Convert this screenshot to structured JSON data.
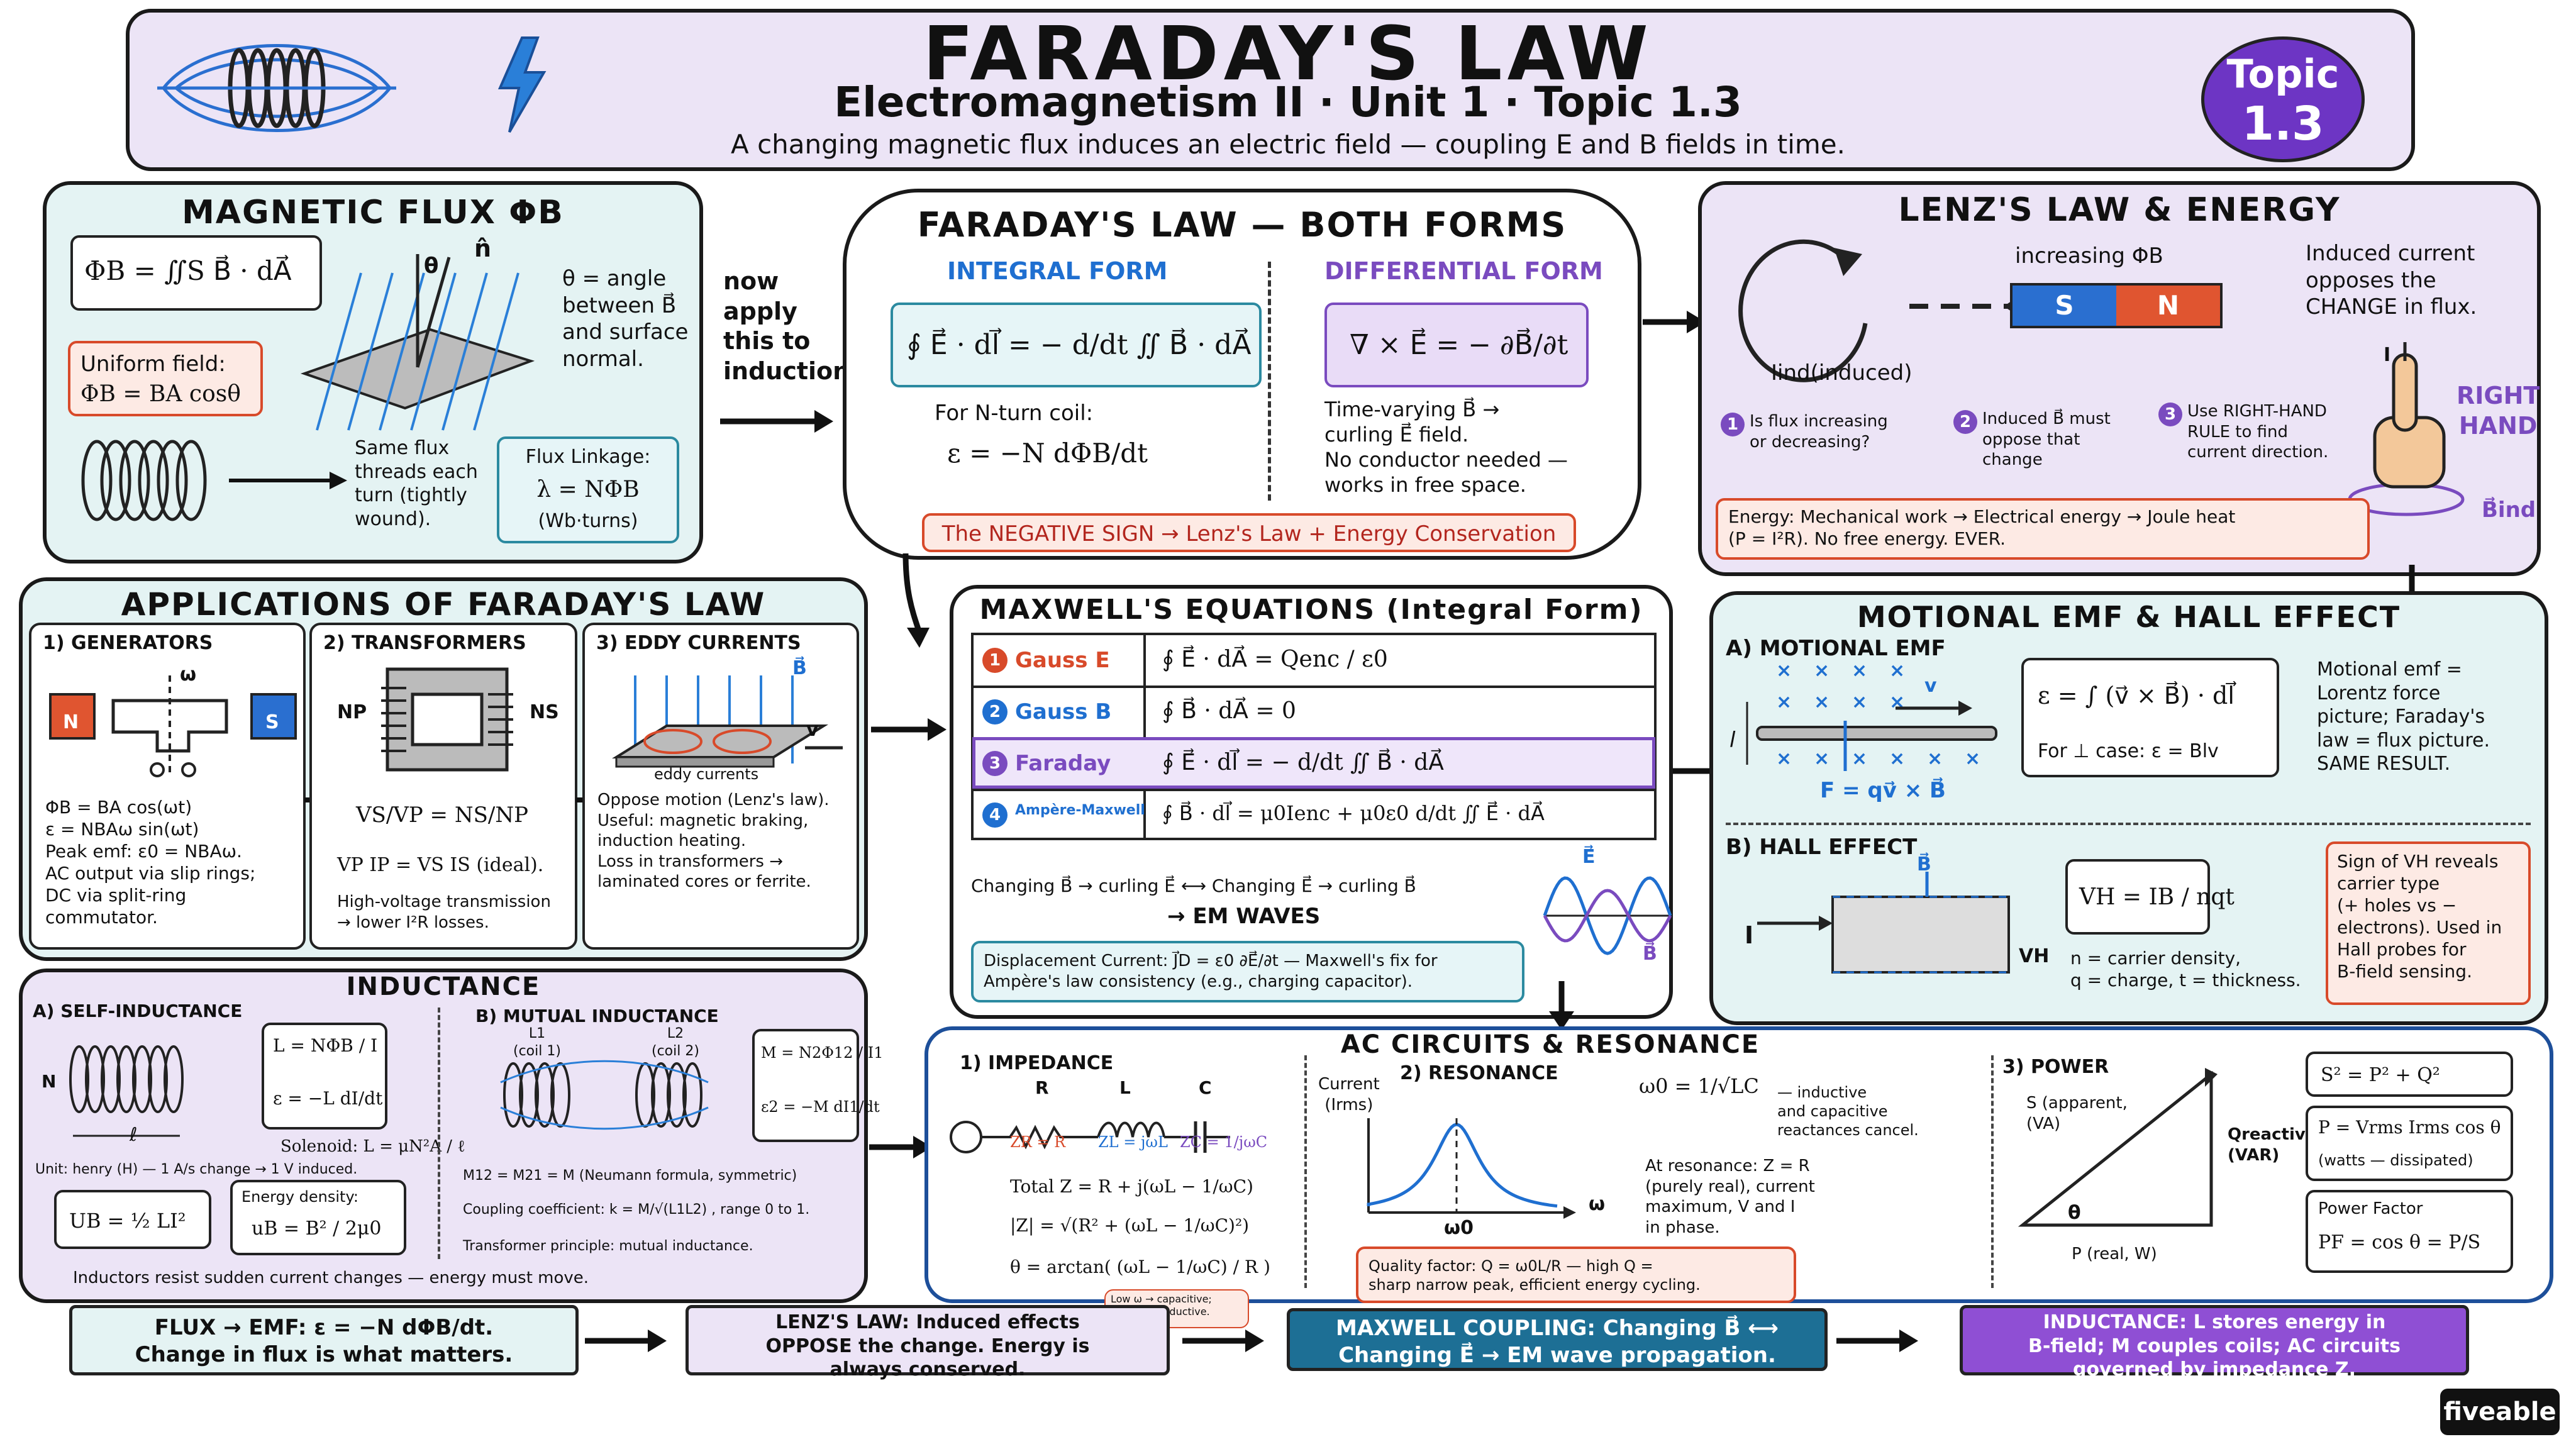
{
  "header": {
    "title": "FARADAY'S LAW",
    "subtitle": "Electromagnetism II · Unit 1 · Topic 1.3",
    "tagline": "A changing magnetic flux induces an electric field — coupling E and B fields in time.",
    "badge_line1": "Topic",
    "badge_line2": "1.3"
  },
  "flux": {
    "title": "MAGNETIC FLUX ΦB",
    "main_eq": "ΦB = ∬S B⃗ · dA⃗",
    "theta_note": "θ = angle\nbetween B⃗\nand surface\nnormal.",
    "uniform_label": "Uniform field:",
    "uniform_eq": "ΦB = BA cosθ",
    "coil_note": "Same flux\nthreads each\nturn (tightly\nwound).",
    "linkage_label": "Flux Linkage:",
    "linkage_eq": "λ = NΦB",
    "linkage_unit": "(Wb·turns)",
    "theta": "θ",
    "n": "n̂"
  },
  "bridge_note": "now\napply\nthis to\ninduction",
  "faraday": {
    "title": "FARADAY'S LAW — BOTH FORMS",
    "integral_label": "INTEGRAL FORM",
    "integral_eq": "∮ E⃗ · dl⃗ = − d/dt ∬ B⃗ · dA⃗",
    "nturn_label": "For N-turn coil:",
    "nturn_eq": "ε = −N dΦB/dt",
    "differential_label": "DIFFERENTIAL FORM",
    "differential_eq": "∇ × E⃗ = − ∂B⃗/∂t",
    "diff_note": "Time-varying B⃗ →\ncurling E⃗ field.\nNo conductor needed —\nworks in free space.",
    "sign_note": "The NEGATIVE SIGN → Lenz's Law + Energy Conservation"
  },
  "lenz": {
    "title": "LENZ'S LAW & ENERGY",
    "increasing": "increasing ΦB",
    "magnet_s": "S",
    "magnet_n": "N",
    "iind": "Iind(induced)",
    "note": "Induced current\nopposes the\nCHANGE in flux.",
    "step1": "Is flux increasing\nor decreasing?",
    "step2": "Induced B⃗ must\noppose that\nchange",
    "step3": "Use RIGHT-HAND\nRULE to find\ncurrent direction.",
    "rh_label": "RIGHT\nHAND",
    "i_label": "I",
    "bind": "B⃗ind",
    "energy_note": "Energy: Mechanical work → Electrical energy → Joule heat\n(P = I²R). No free energy. EVER."
  },
  "apps": {
    "title": "APPLICATIONS OF FARADAY'S LAW",
    "gen_title": "1) GENERATORS",
    "gen_text": "ΦB = BA cos(ωt)\nε = NBAω sin(ωt)\nPeak emf: ε0 = NBAω.\nAC output via slip rings;\nDC via split-ring\ncommutator.",
    "gen_n": "N",
    "gen_s": "S",
    "gen_omega": "ω",
    "trans_title": "2) TRANSFORMERS",
    "trans_np": "NP",
    "trans_ns": "NS",
    "trans_eq1": "VS/VP = NS/NP",
    "trans_eq2": "VP IP = VS IS (ideal).",
    "trans_text": "High-voltage transmission\n→ lower I²R losses.",
    "eddy_title": "3) EDDY CURRENTS",
    "eddy_label": "eddy currents",
    "eddy_b": "B⃗",
    "eddy_v": "v",
    "eddy_text": "Oppose motion (Lenz's law).\nUseful: magnetic braking,\ninduction heating.\nLoss in transformers →\nlaminated cores or ferrite."
  },
  "maxwell": {
    "title": "MAXWELL'S EQUATIONS (Integral Form)",
    "rows": [
      {
        "num": "1",
        "name": "Gauss E",
        "eq": "∮ E⃗ · dA⃗ = Qenc / ε0"
      },
      {
        "num": "2",
        "name": "Gauss B",
        "eq": "∮ B⃗ · dA⃗ = 0"
      },
      {
        "num": "3",
        "name": "Faraday",
        "eq": "∮ E⃗ · dl⃗ = − d/dt ∬ B⃗ · dA⃗"
      },
      {
        "num": "4",
        "name": "Ampère-Maxwell",
        "eq": "∮ B⃗ · dl⃗ = μ0Ienc + μ0ε0 d/dt ∬ E⃗ · dA⃗"
      }
    ],
    "coupling": "Changing B⃗ → curling E⃗ ⟷ Changing E⃗ → curling B⃗",
    "waves": "→ EM WAVES",
    "wave_e": "E⃗",
    "wave_b": "B⃗",
    "displacement": "Displacement Current: J⃗D = ε0 ∂E⃗/∂t — Maxwell's fix for\nAmpère's law consistency (e.g., charging capacitor)."
  },
  "motional": {
    "title": "MOTIONAL EMF & HALL EFFECT",
    "a_title": "A) MOTIONAL EMF",
    "v": "v",
    "l": "l",
    "force": "F = qv⃗ × B⃗",
    "eq": "ε = ∫ (v⃗ × B⃗) · dl⃗",
    "perp": "For ⊥ case: ε = Blv",
    "note": "Motional emf =\nLorentz force\npicture; Faraday's\nlaw = flux picture.\nSAME RESULT.",
    "b_title": "B) HALL EFFECT",
    "hall_i": "I",
    "hall_b": "B⃗",
    "hall_vh": "VH",
    "hall_eq": "VH = IB / nqt",
    "hall_vars": "n = carrier density,\nq = charge, t = thickness.",
    "hall_note": "Sign of VH reveals\ncarrier type\n(+ holes vs −\nelectrons). Used in\nHall probes for\nB-field sensing."
  },
  "inductance": {
    "title": "INDUCTANCE",
    "self_title": "A) SELF-INDUCTANCE",
    "self_n": "N",
    "self_l": "ℓ",
    "self_eq1": "L = NΦB / I",
    "self_eq2": "ε = −L dI/dt",
    "solenoid": "Solenoid: L = μN²A / ℓ",
    "unit": "Unit: henry (H) — 1 A/s change → 1 V induced.",
    "energy_eq": "UB = ½ LI²",
    "density_label": "Energy density:",
    "density_eq": "uB = B² / 2μ0",
    "footer": "Inductors resist sudden current changes — energy must move.",
    "mutual_title": "B) MUTUAL INDUCTANCE",
    "coil1": "L1\n(coil 1)",
    "coil2": "L2\n(coil 2)",
    "mutual_eq1": "M = N2Φ12 / I1",
    "mutual_eq2": "ε2 = −M dI1/dt",
    "mutual_sym": "M12 = M21 = M (Neumann formula, symmetric)",
    "coupling": "Coupling coefficient: k = M/√(L1L2) , range 0 to 1.",
    "principle": "Transformer principle: mutual inductance."
  },
  "ac": {
    "title": "AC CIRCUITS & RESONANCE",
    "imp_title": "1) IMPEDANCE",
    "r": "R",
    "l": "L",
    "c": "C",
    "zr": "ZR = R",
    "zl": "ZL = jωL",
    "zc": "ZC = 1/jωC",
    "total": "Total Z = R + j(ωL − 1/ωC)",
    "mag": "|Z| = √(R² + (ωL − 1/ωC)²)",
    "phase": "θ = arctan( (ωL − 1/ωC) / R )",
    "phase_note": "Low ω → capacitive;\nHigh ω → inductive.",
    "res_title": "2) RESONANCE",
    "current_label": "Current\n(Irms)",
    "omega": "ω",
    "omega0": "ω0",
    "res_eq": "ω0 = 1/√LC",
    "res_note": "— inductive\nand capacitive\nreactances cancel.",
    "res_text": "At resonance: Z = R\n(purely real), current\nmaximum, V and I\nin phase.",
    "q_note": "Quality factor: Q = ω0L/R — high Q =\nsharp narrow peak, efficient energy cycling.",
    "pow_title": "3) POWER",
    "s_label": "S (apparent,\n(VA)",
    "q_label": "Qreactive\n(VAR)",
    "p_label": "P (real, W)",
    "theta": "θ",
    "pow_eq1": "S² = P² + Q²",
    "pow_eq2": "P = Vrms Irms cos θ",
    "pow_eq2b": "(watts — dissipated)",
    "pf_label": "Power Factor",
    "pf_eq": "PF = cos θ = P/S"
  },
  "footer": [
    {
      "text": "FLUX → EMF: ε = −N dΦB/dt.\nChange in flux is what matters."
    },
    {
      "text": "LENZ'S LAW: Induced effects\nOPPOSE the change. Energy is\nalways conserved."
    },
    {
      "text": "MAXWELL COUPLING: Changing B⃗ ⟷\nChanging E⃗ → EM wave propagation."
    },
    {
      "text": "INDUCTANCE: L stores energy in\nB-field; M couples coils; AC circuits\ngoverned by impedance Z."
    }
  ],
  "brand": "fiveable",
  "colors": {
    "teal_panel": "#e4f3f3",
    "lavender_panel": "#ece4f6",
    "accent_blue": "#1f6fd0",
    "accent_red": "#d84a2a",
    "accent_purple": "#7a4bbf",
    "footer_blue": "#1d6f95"
  }
}
